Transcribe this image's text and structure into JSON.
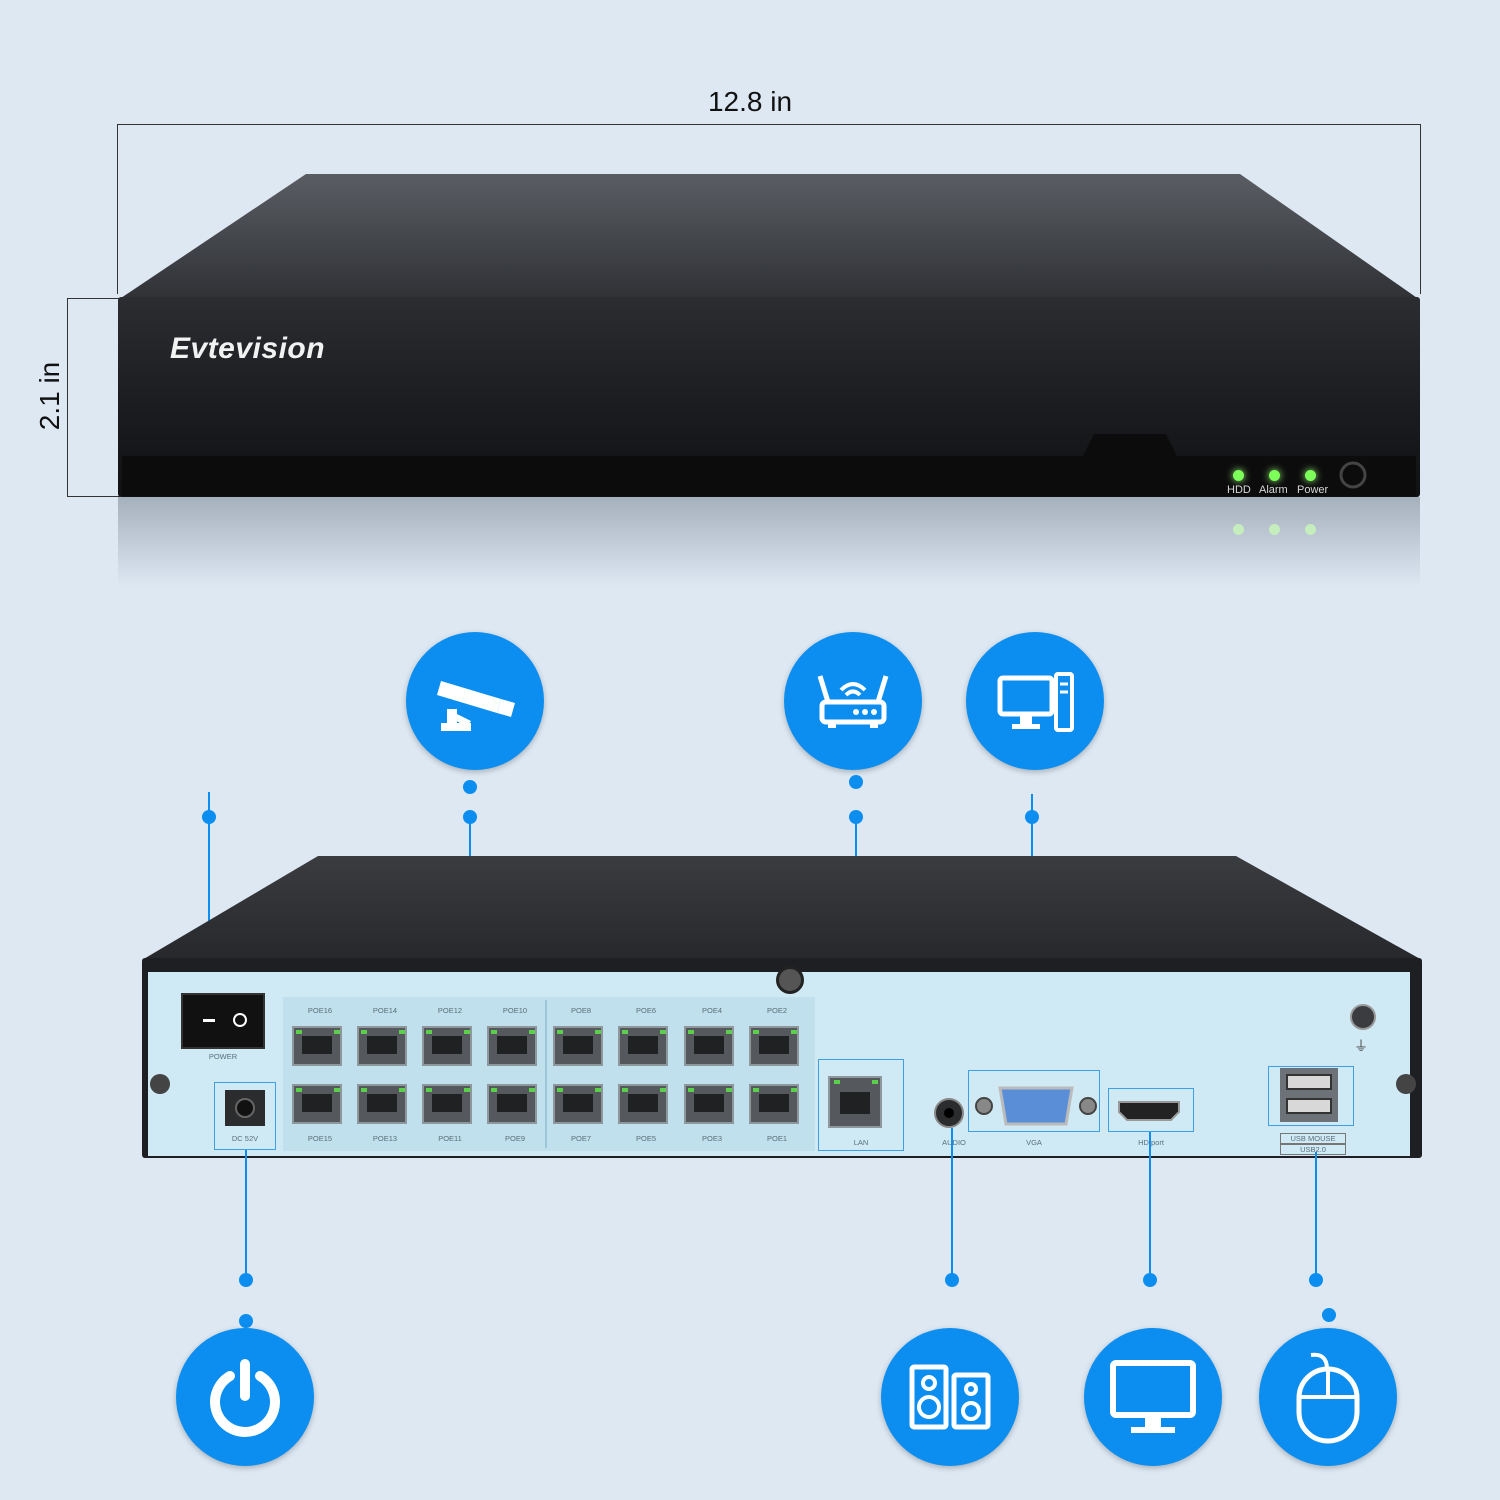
{
  "dimensions": {
    "width_label": "12.8 in",
    "height_label": "2.1 in"
  },
  "brand": "Evtevision",
  "front_leds": [
    {
      "label": "HDD"
    },
    {
      "label": "Alarm"
    },
    {
      "label": "Power"
    }
  ],
  "back_labels": {
    "power": "POWER",
    "dc": "DC 52V",
    "poe_top": [
      "POE16",
      "POE14",
      "POE12",
      "POE10",
      "POE8",
      "POE6",
      "POE4",
      "POE2"
    ],
    "poe_bottom": [
      "POE15",
      "POE13",
      "POE11",
      "POE9",
      "POE7",
      "POE5",
      "POE3",
      "POE1"
    ],
    "lan": "LAN",
    "audio": "AUDIO",
    "vga": "VGA",
    "hdmi": "HD port",
    "usb_1": "USB MOUSE",
    "usb_2": "USB2.0"
  },
  "icons": {
    "top": [
      "camera-icon",
      "router-icon",
      "monitor-pc-icon"
    ],
    "bottom": [
      "power-icon",
      "speaker-icon",
      "monitor-icon",
      "mouse-icon"
    ]
  },
  "colors": {
    "accent": "#0b8ef0",
    "background": "#dde8f3",
    "device": "#1e1f22",
    "panel": "#cfeaf5"
  }
}
